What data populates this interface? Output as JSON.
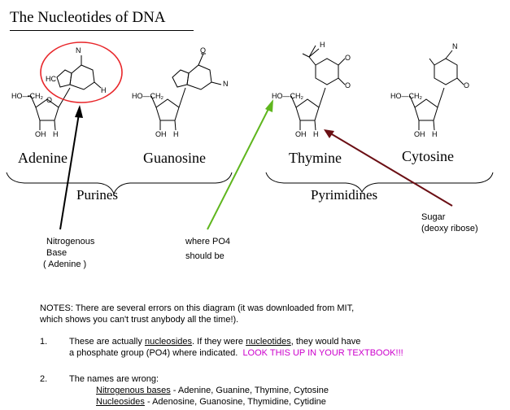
{
  "title": "The Nucleotides of DNA",
  "bases": {
    "adenine": "Adenine",
    "guanosine": "Guanosine",
    "thymine": "Thymine",
    "cytosine": "Cytosine"
  },
  "groups": {
    "purines": "Purines",
    "pyrimidines": "Pyrimidines"
  },
  "annotations": {
    "nitrogenous_line1": "Nitrogenous",
    "nitrogenous_line2": "Base",
    "nitrogenous_line3": "( Adenine )",
    "po4_line1": "where PO4",
    "po4_line2": "should be",
    "sugar_line1": "Sugar",
    "sugar_line2": "(deoxy ribose)"
  },
  "atoms": {
    "ho_ch2": "HO—CH₂",
    "oh": "OH",
    "h": "H",
    "o": "O",
    "n": "N",
    "nh2_n": "N",
    "c": "C",
    "hc": "HC",
    "ch3_h": "H"
  },
  "notes": {
    "line1": "NOTES:   There are several errors on this diagram (it was downloaded from MIT,",
    "line2": "which shows you can't trust anybody all the time!).",
    "item1_num": "1.",
    "item1_a": "These are actually",
    "item1_b": "nucleosides",
    "item1_c": ".  If they were",
    "item1_d": "nucleotides",
    "item1_e": ", they would have",
    "item1_line2": "a phosphate group (PO4) where indicated.",
    "item1_highlight": "LOOK THIS UP IN YOUR TEXTBOOK!!!",
    "item2_num": "2.",
    "item2_line1": "The names are wrong:",
    "item2_bases_label": "Nitrogenous bases",
    "item2_bases_value": " - Adenine, Guanine, Thymine, Cytosine",
    "item2_nucleosides_label": "Nucleosides",
    "item2_nucleosides_value": " -  Adenosine, Guanosine, Thymidine, Cytidine"
  },
  "colors": {
    "highlight_circle": "#e8262a",
    "arrow_black": "#000000",
    "arrow_green": "#5fb61e",
    "arrow_maroon": "#6b0f14",
    "note_highlight": "#cc00cc"
  }
}
